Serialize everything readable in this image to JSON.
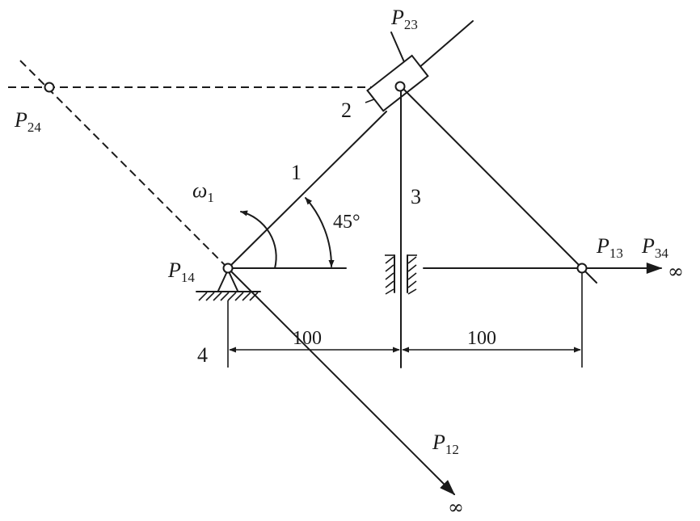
{
  "labels": {
    "p23": {
      "main": "P",
      "sub": "23"
    },
    "p24": {
      "main": "P",
      "sub": "24"
    },
    "p14": {
      "main": "P",
      "sub": "14"
    },
    "p13": {
      "main": "P",
      "sub": "13"
    },
    "p34": {
      "main": "P",
      "sub": "34"
    },
    "p12": {
      "main": "P",
      "sub": "12"
    },
    "omega": {
      "main": "ω",
      "sub": "1"
    },
    "link1": "1",
    "link2": "2",
    "link3": "3",
    "link4": "4",
    "angle": "45°",
    "dim_left": "100",
    "dim_right": "100",
    "inf_p34": "∞",
    "inf_p12": "∞"
  }
}
